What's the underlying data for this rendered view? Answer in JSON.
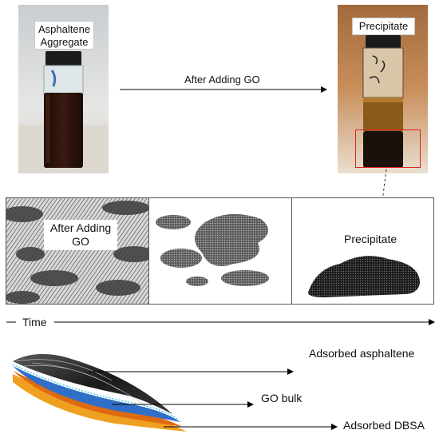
{
  "top_left_photo": {
    "label_line1": "Asphaltene",
    "label_line2": "Aggregate"
  },
  "top_arrow": {
    "label": "After Adding GO"
  },
  "top_right_photo": {
    "label": "Precipitate"
  },
  "panels": {
    "left_label_line1": "After Adding",
    "left_label_line2": "GO",
    "right_label": "Precipitate"
  },
  "time_axis": {
    "label": "Time"
  },
  "layers": {
    "adsorbed_asphaltene": "Adsorbed asphaltene",
    "go_bulk": "GO bulk",
    "adsorbed_dbsa": "Adsorbed DBSA"
  }
}
